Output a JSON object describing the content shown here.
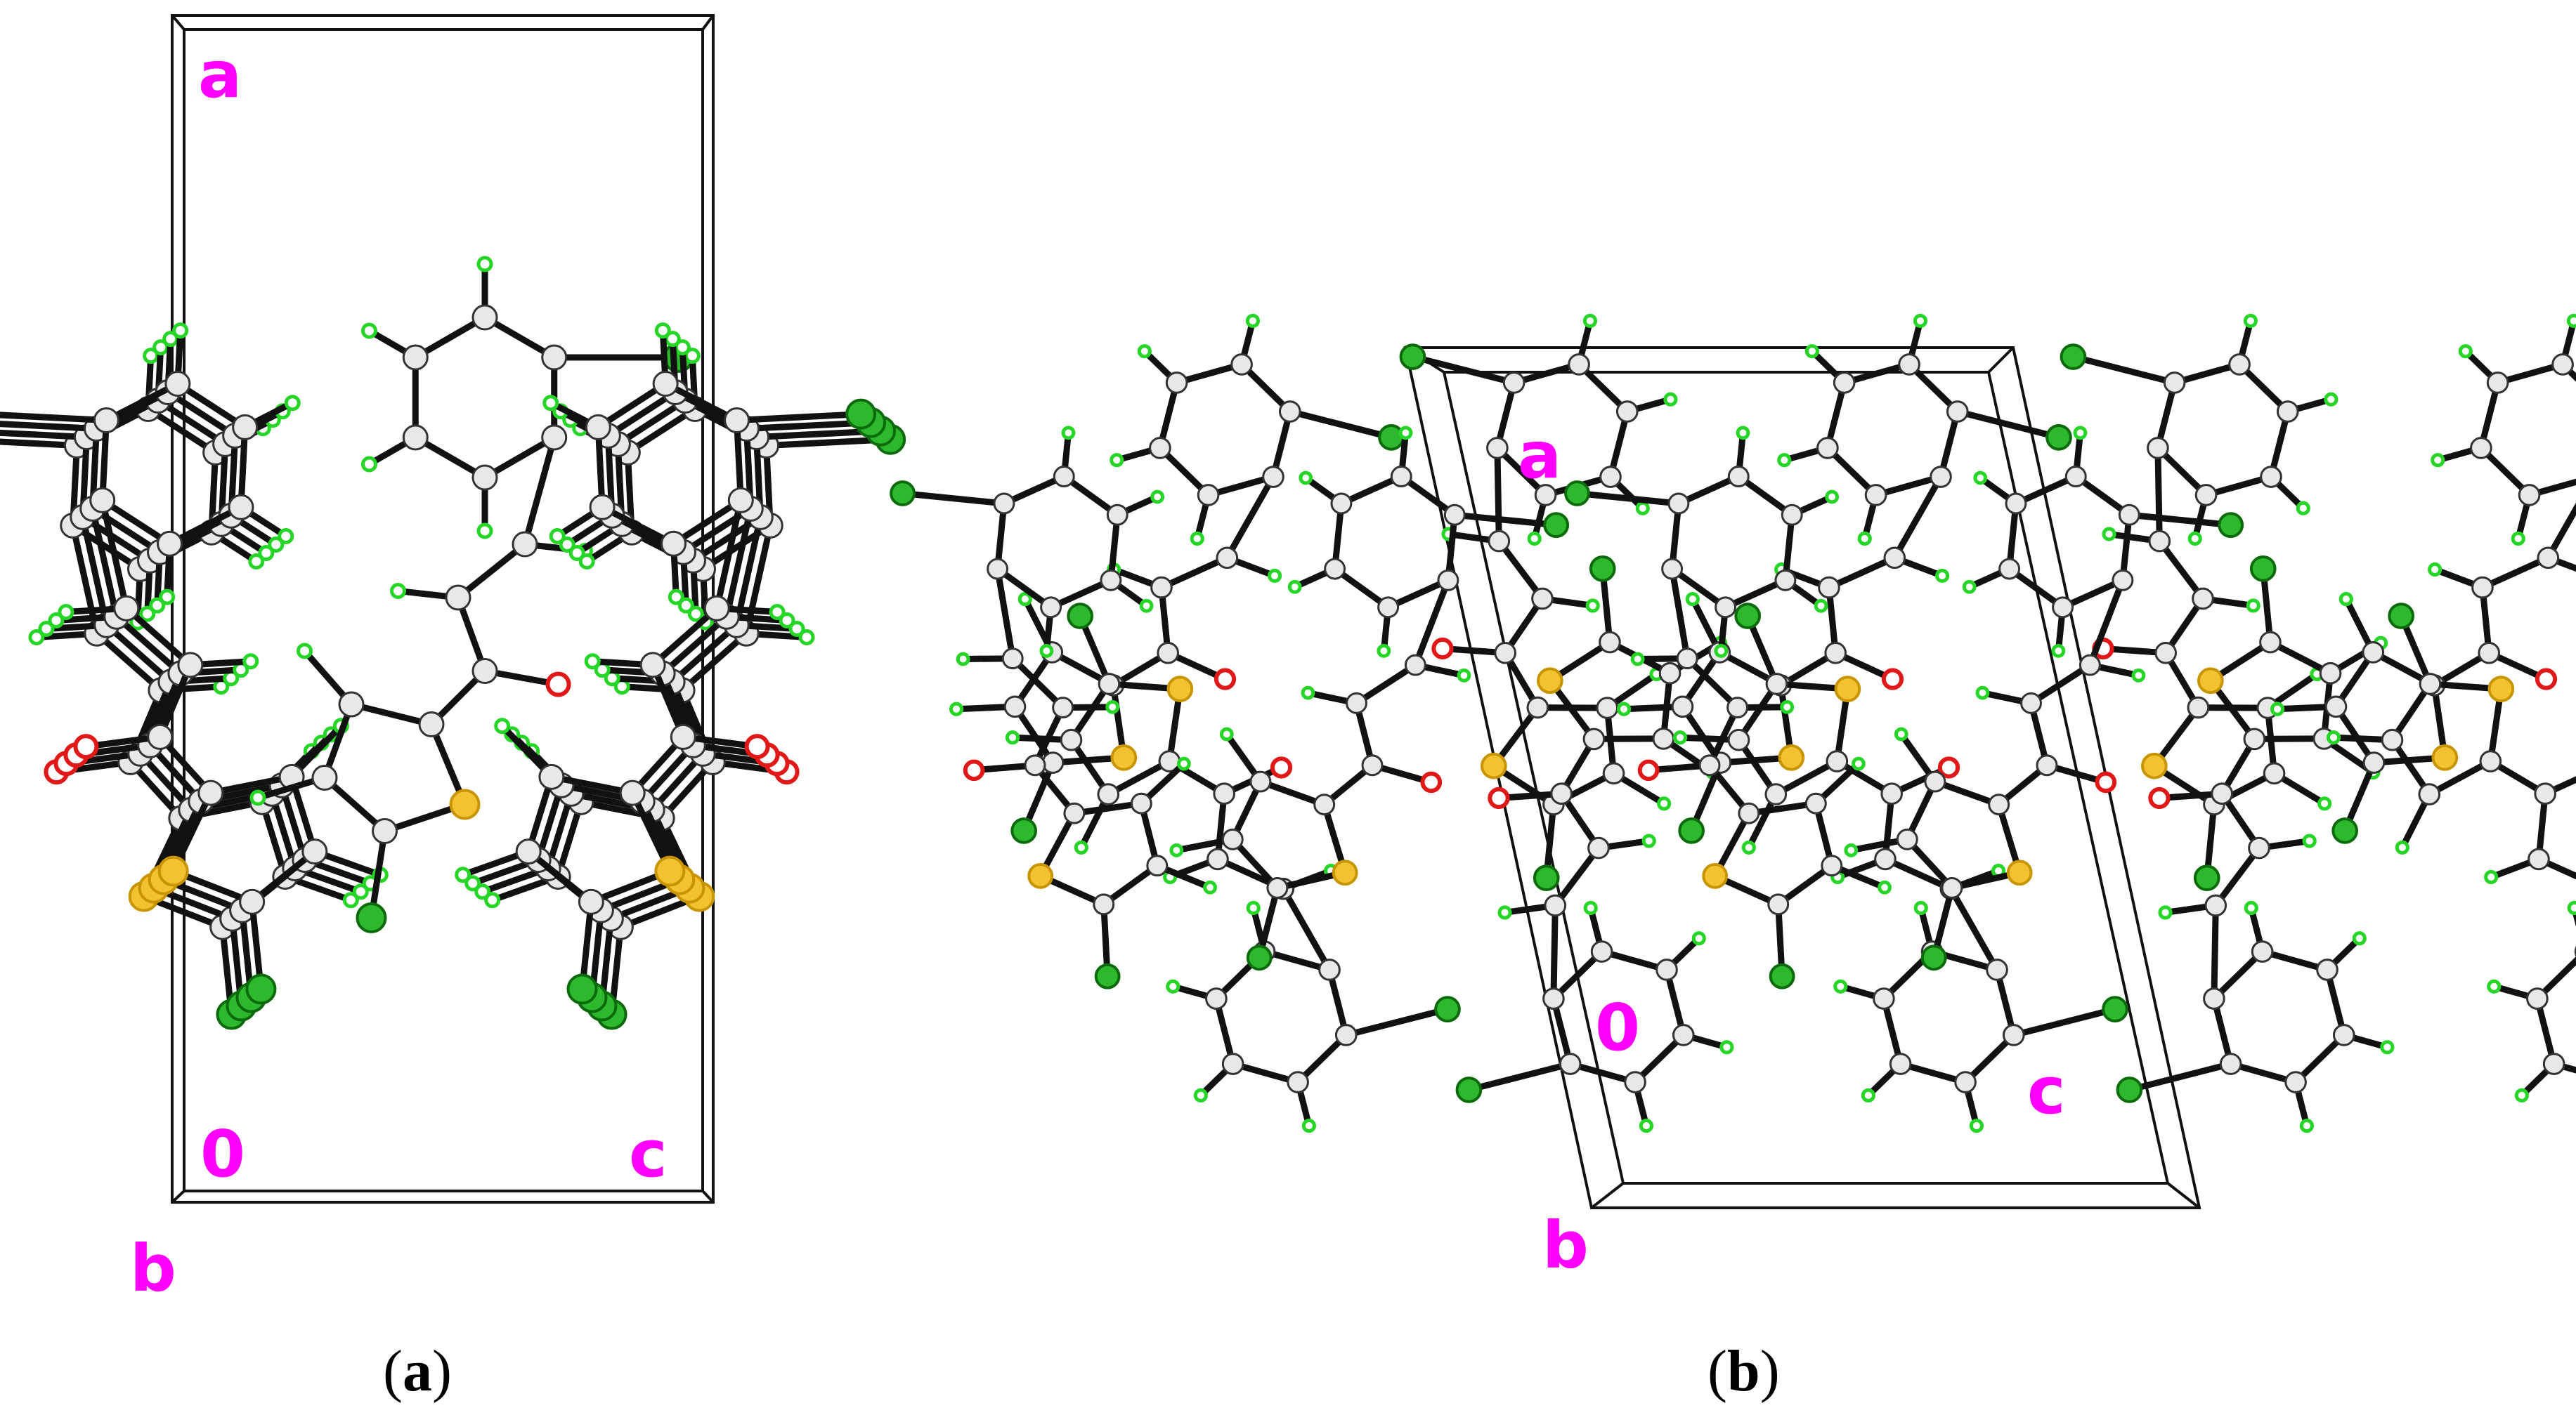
{
  "panels": [
    {
      "id": "a",
      "caption_open": "(",
      "caption_letter": "a",
      "caption_close": ")",
      "axis_labels": {
        "a": "a",
        "b": "b",
        "origin": "0",
        "c": "c"
      }
    },
    {
      "id": "b",
      "caption_open": "(",
      "caption_letter": "b",
      "caption_close": ")",
      "axis_labels": {
        "a": "a",
        "b": "b",
        "origin": "0",
        "c": "c"
      }
    }
  ],
  "colors": {
    "axis_label": "#ff00ff",
    "carbon": "#e8e8e8",
    "hydrogen": "#26d626",
    "oxygen": "#e01818",
    "sulfur": "#f2c230",
    "chlorine": "#2eb82e",
    "bond": "#111111"
  },
  "atom_types": [
    "carbon-atom",
    "hydrogen-atom",
    "oxygen-atom",
    "sulfur-atom",
    "chlorine-atom"
  ]
}
